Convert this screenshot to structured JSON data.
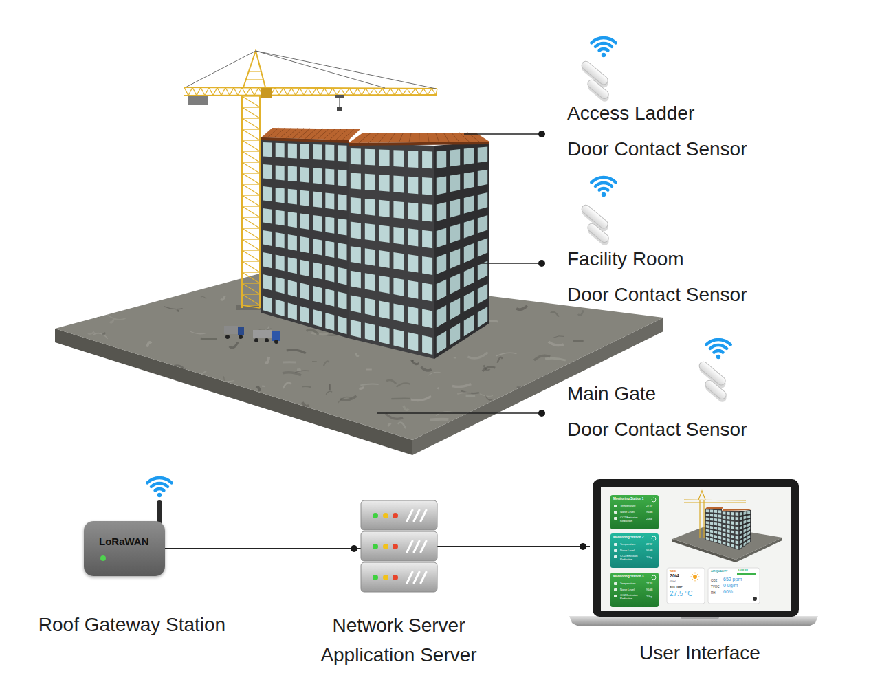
{
  "diagram": {
    "nodes": [
      {
        "text": [
          "Access Ladder",
          "Door Contact Sensor"
        ]
      },
      {
        "text": [
          "Facility Room",
          "Door Contact Sensor"
        ]
      },
      {
        "text": [
          "Main Gate",
          "Door Contact Sensor"
        ]
      },
      {
        "text": [
          "LoRaWAN",
          "Roof Gateway Station"
        ]
      },
      {
        "text": [
          "Network Server Application Server"
        ]
      },
      {
        "text": [
          "User Interface"
        ]
      }
    ],
    "edges": [
      {
        "from": 3,
        "to": 4,
        "arrow": "none"
      },
      {
        "from": 4,
        "to": 5,
        "arrow": "none"
      }
    ],
    "labels": [
      "Monitoring Station 1",
      "Temperature",
      "27.3°",
      "Noise Level",
      "96dB",
      "CO2 Emission Reduction",
      "20kg",
      "Monitoring Station 2",
      "Temperature",
      "27.3°",
      "Noise Level",
      "96dB",
      "CO2 Emission Reduction",
      "20kg",
      "Monitoring Station 3",
      "Temperature",
      "27.3°",
      "Noise Level",
      "96dB",
      "CO2 Emission Reduction",
      "20kg",
      "WED",
      "20/4",
      "2022",
      "SITE TEMP",
      "27.5 °C",
      "AIR QUALITY",
      "GOOD",
      "CO2",
      "652 ppm",
      "TVOC",
      "0 ug/m",
      "RH",
      "60%"
    ]
  }
}
